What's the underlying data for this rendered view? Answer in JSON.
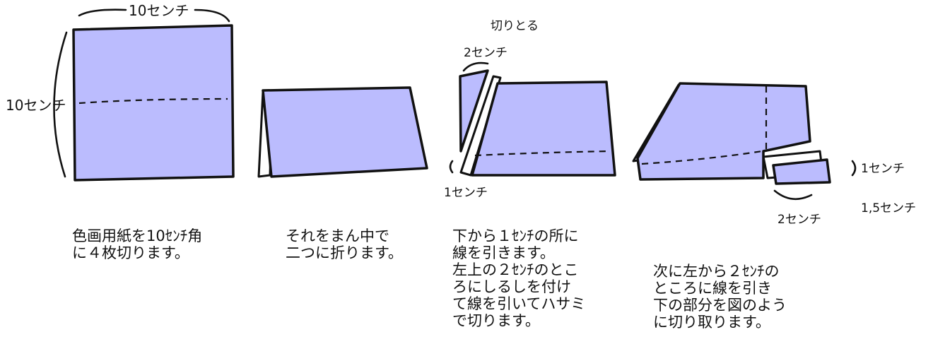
{
  "labels": {
    "step1_top": "10センチ",
    "step1_left": "10センチ",
    "step3_cut": "切りとる",
    "step3_2cm": "2センチ",
    "step3_1cm": "1センチ",
    "step4_1cm": "1センチ",
    "step4_2cm": "2センチ",
    "step4_15cm": "1,5センチ"
  },
  "captions": {
    "step1": [
      "色画用紙を10ｾﾝﾁ角",
      "に４枚切ります。"
    ],
    "step2": [
      "それをまん中で",
      "二つに折ります。"
    ],
    "step3": [
      "下から１ｾﾝﾁの所に",
      "線を引きます。",
      "左上の２ｾﾝﾁのとこ",
      "ろにしるしを付け",
      "て線を引いてハサミ",
      "で切ります。"
    ],
    "step4": [
      "次に左から２ｾﾝﾁの",
      "ところに線を引き",
      "下の部分を図のよう",
      "に切り取ります。"
    ]
  },
  "colors": {
    "paper": "#bbbcfe",
    "line": "#111111"
  }
}
